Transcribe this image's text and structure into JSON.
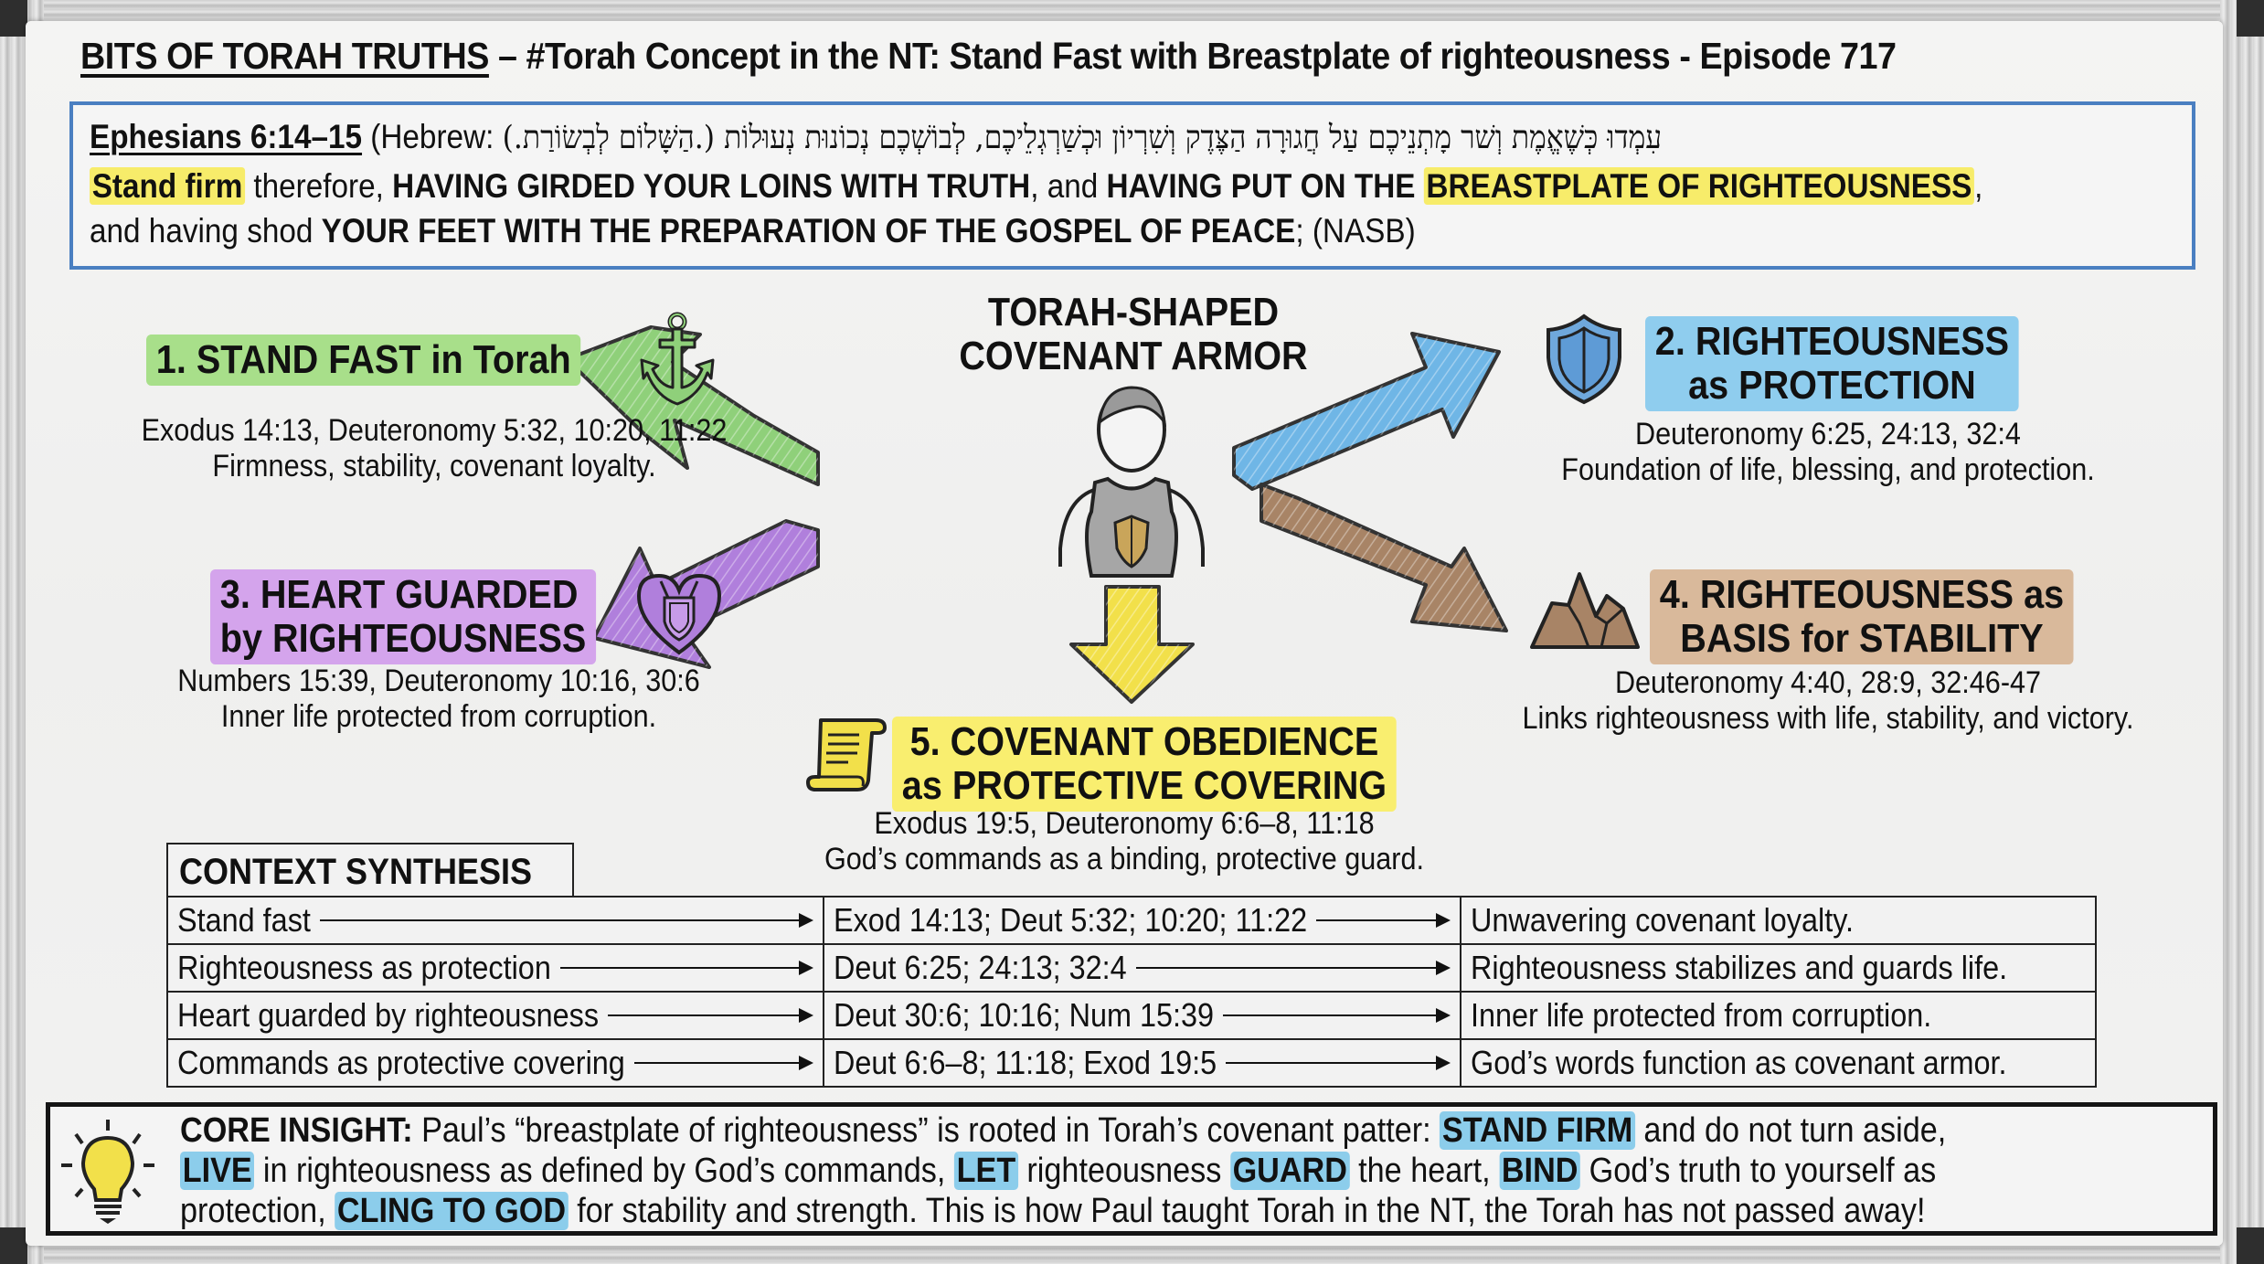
{
  "header": {
    "series": "BITS OF TORAH TRUTHS",
    "rest": " – #Torah Concept in the NT: Stand Fast with Breastplate of righteousness - Episode 717"
  },
  "verse": {
    "reference": "Ephesians 6:14–15",
    "hebrew_prefix": " (Hebrew: ",
    "hebrew": "עִמְדוּ כְּשֶׁאֱמֶת וְשׁר מָתְנֵיכֶם עַל חֲגוּרָה הַצֶּדֶק וְשִׁרְיוֹן וּכְשַׁרְגְלֵיכֶם, לְבוֹשְׁכֶם נְכוֹנוּת נְעוּלוֹת (.הַשָּׁלוֹם לְבְשׂוֹרַת.)",
    "line2": [
      {
        "text": "Stand firm",
        "style": "bold-highlight"
      },
      {
        "text": " therefore, ",
        "style": "plain"
      },
      {
        "text": "HAVING GIRDED YOUR LOINS WITH TRUTH",
        "style": "bold"
      },
      {
        "text": ", and ",
        "style": "plain"
      },
      {
        "text": "HAVING PUT ON THE ",
        "style": "bold"
      },
      {
        "text": "BREASTPLATE OF RIGHTEOUSNESS",
        "style": "bold-highlight"
      },
      {
        "text": ",",
        "style": "plain"
      }
    ],
    "line3": [
      {
        "text": "and having shod ",
        "style": "plain"
      },
      {
        "text": "YOUR FEET WITH THE PREPARATION OF THE GOSPEL OF PEACE",
        "style": "bold"
      },
      {
        "text": "; (NASB)",
        "style": "plain"
      }
    ]
  },
  "center": {
    "title_line1": "TORAH-SHAPED",
    "title_line2": "COVENANT ARMOR"
  },
  "points": [
    {
      "title_line1": "1. STAND FAST in Torah",
      "title_line2": "",
      "refs": "Exodus 14:13, Deuteronomy 5:32, 10:20, 11:22",
      "summary": "Firmness, stability, covenant loyalty.",
      "icon": "anchor-icon",
      "color": "#a8df8a"
    },
    {
      "title_line1": "2. RIGHTEOUSNESS",
      "title_line2": "as PROTECTION",
      "refs": "Deuteronomy 6:25, 24:13, 32:4",
      "summary": "Foundation of life, blessing, and protection.",
      "icon": "shield-icon",
      "color": "#8fcdee"
    },
    {
      "title_line1": "3. HEART GUARDED",
      "title_line2": "by RIGHTEOUSNESS",
      "refs": "Numbers 15:39, Deuteronomy 10:16, 30:6",
      "summary": "Inner life protected from corruption.",
      "icon": "heart-shield-icon",
      "color": "#d4a4ec"
    },
    {
      "title_line1": "4. RIGHTEOUSNESS as",
      "title_line2": "BASIS for STABILITY",
      "refs": "Deuteronomy 4:40, 28:9, 32:46-47",
      "summary": "Links righteousness with life, stability, and victory.",
      "icon": "mountain-icon",
      "color": "#d9b99b"
    },
    {
      "title_line1": "5. COVENANT OBEDIENCE",
      "title_line2": "as PROTECTIVE COVERING",
      "refs": "Exodus 19:5, Deuteronomy 6:6–8, 11:18",
      "summary": "God’s commands as a binding, protective guard.",
      "icon": "scroll-icon",
      "color": "#f9ee6f"
    }
  ],
  "synthesis": {
    "title": "CONTEXT SYNTHESIS",
    "rows": [
      {
        "concept": "Stand fast",
        "refs": "Exod 14:13; Deut 5:32; 10:20; 11:22",
        "meaning": "Unwavering covenant loyalty."
      },
      {
        "concept": "Righteousness as protection",
        "refs": "Deut 6:25; 24:13; 32:4",
        "meaning": "Righteousness stabilizes and guards life."
      },
      {
        "concept": "Heart guarded by righteousness",
        "refs": "Deut 30:6; 10:16; Num 15:39",
        "meaning": "Inner life protected from corruption."
      },
      {
        "concept": "Commands as protective covering",
        "refs": "Deut 6:6–8; 11:18; Exod 19:5",
        "meaning": "God’s words function as covenant armor."
      }
    ]
  },
  "insight": {
    "label": "CORE INSIGHT:",
    "line1_a": " Paul’s “breastplate of righteousness” is rooted in Torah’s covenant patter: ",
    "hl1": "STAND FIRM",
    "line1_b": " and do not turn aside,",
    "hl2": "LIVE",
    "line2_a": " in righteousness as defined by God’s commands, ",
    "hl3": "LET",
    "line2_b": " righteousness ",
    "hl4": "GUARD",
    "line2_c": " the heart, ",
    "hl5": "BIND",
    "line2_d": " God’s truth to yourself as",
    "line3_a": "protection, ",
    "hl6": "CLING TO GOD",
    "line3_b": " for stability and strength. This is how Paul taught Torah in the NT, the Torah has not passed away!"
  },
  "colors": {
    "verse_border": "#4a7fc1",
    "green": "#8fd07a",
    "blue": "#6fb6e6",
    "purple": "#b07fdc",
    "brown": "#a88466",
    "yellow": "#f2e04a",
    "highlight_blue": "#8ccdeb",
    "highlight_yellow": "#f7ec6a"
  }
}
